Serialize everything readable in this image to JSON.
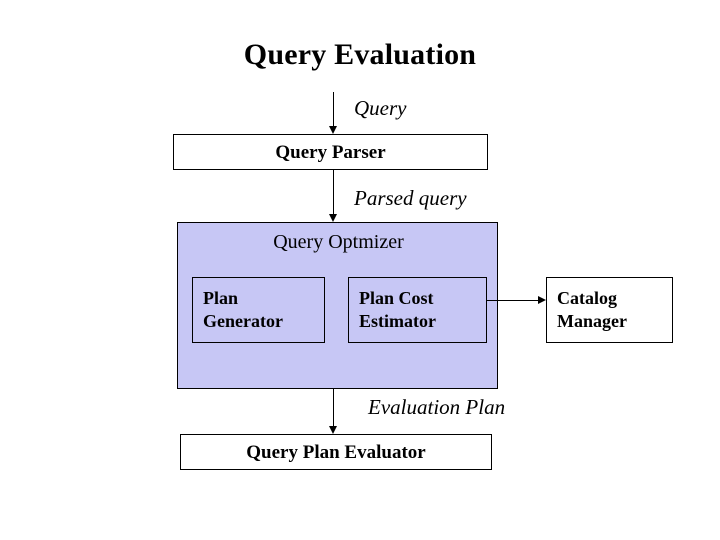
{
  "diagram": {
    "title": "Query Evaluation",
    "background_color": "#ffffff",
    "fill_color": "#c7c7f5",
    "border_color": "#000000",
    "nodes": {
      "query_parser": "Query Parser",
      "query_optimizer": "Query Optmizer",
      "plan_generator": "Plan\nGenerator",
      "plan_generator_line1": "Plan",
      "plan_generator_line2": "Generator",
      "plan_cost_estimator_line1": "Plan Cost",
      "plan_cost_estimator_line2": "Estimator",
      "catalog_manager_line1": "Catalog",
      "catalog_manager_line2": "Manager",
      "query_plan_evaluator": "Query Plan Evaluator"
    },
    "edges": {
      "query": "Query",
      "parsed_query": "Parsed query",
      "evaluation_plan": "Evaluation Plan",
      "optimizer_to_catalog": ""
    }
  }
}
